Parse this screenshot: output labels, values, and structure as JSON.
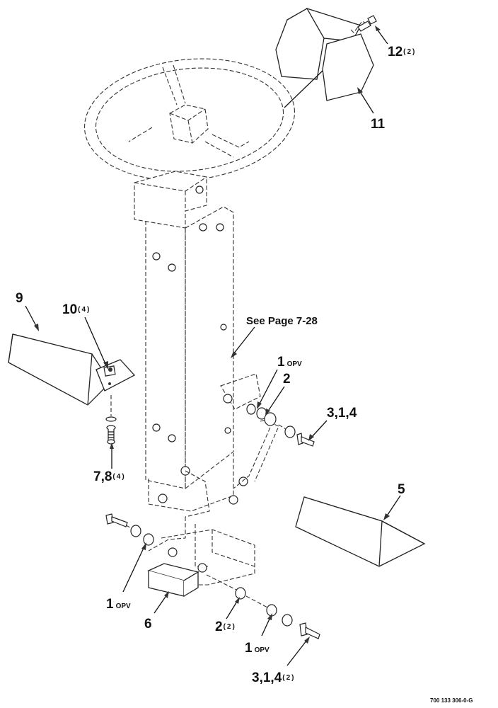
{
  "labels": {
    "l12": {
      "num": "12",
      "qty": "(2)"
    },
    "l11": {
      "num": "11"
    },
    "l9": {
      "num": "9"
    },
    "l10": {
      "num": "10",
      "qty": "(4)"
    },
    "see_page": {
      "text": "See Page 7-28"
    },
    "l1a": {
      "num": "1",
      "suffix": "OPV"
    },
    "l2a": {
      "num": "2"
    },
    "l314a": {
      "num": "3,1,4"
    },
    "l78": {
      "num": "7,8",
      "qty": "(4)"
    },
    "l5": {
      "num": "5"
    },
    "l1b": {
      "num": "1",
      "suffix": "OPV"
    },
    "l6": {
      "num": "6"
    },
    "l2b": {
      "num": "2",
      "qty": "(2)"
    },
    "l1c": {
      "num": "1",
      "suffix": "OPV"
    },
    "l314b": {
      "num": "3,1,4",
      "qty": "(2)"
    },
    "drawing_code": {
      "text": "700 133 306-0-G"
    }
  },
  "colors": {
    "ink": "#111111",
    "paper": "#ffffff"
  }
}
